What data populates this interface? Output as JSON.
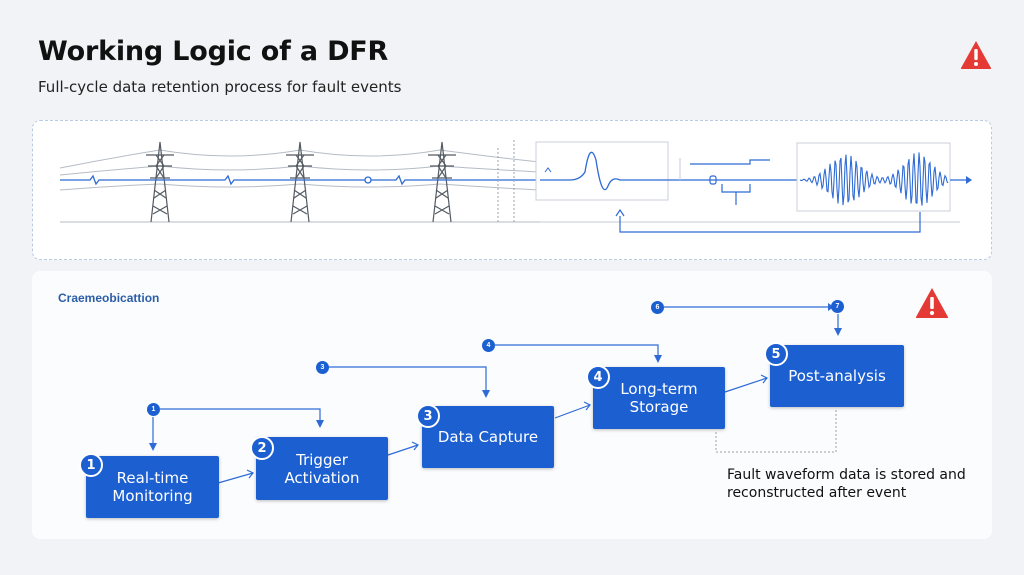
{
  "header": {
    "title": "Working Logic of a DFR",
    "subtitle": "Full-cycle data retention process for fault events"
  },
  "icons": {
    "warning_top": "warning-triangle-icon",
    "warning_bottom": "warning-triangle-icon"
  },
  "colors": {
    "accent": "#1c5fd1",
    "warning": "#e53935",
    "line": "#2e6bd6"
  },
  "flow": {
    "label": "Craemeobicattion",
    "steps": [
      {
        "num": "1",
        "label": "Real-time Monitoring"
      },
      {
        "num": "2",
        "label": "Trigger Activation"
      },
      {
        "num": "3",
        "label": "Data Capture"
      },
      {
        "num": "4",
        "label": "Long-term Storage"
      },
      {
        "num": "5",
        "label": "Post-analysis"
      }
    ],
    "mini_markers": [
      "1",
      "3",
      "4",
      "6",
      "7"
    ],
    "note": "Fault waveform data is stored and reconstructed after event"
  }
}
